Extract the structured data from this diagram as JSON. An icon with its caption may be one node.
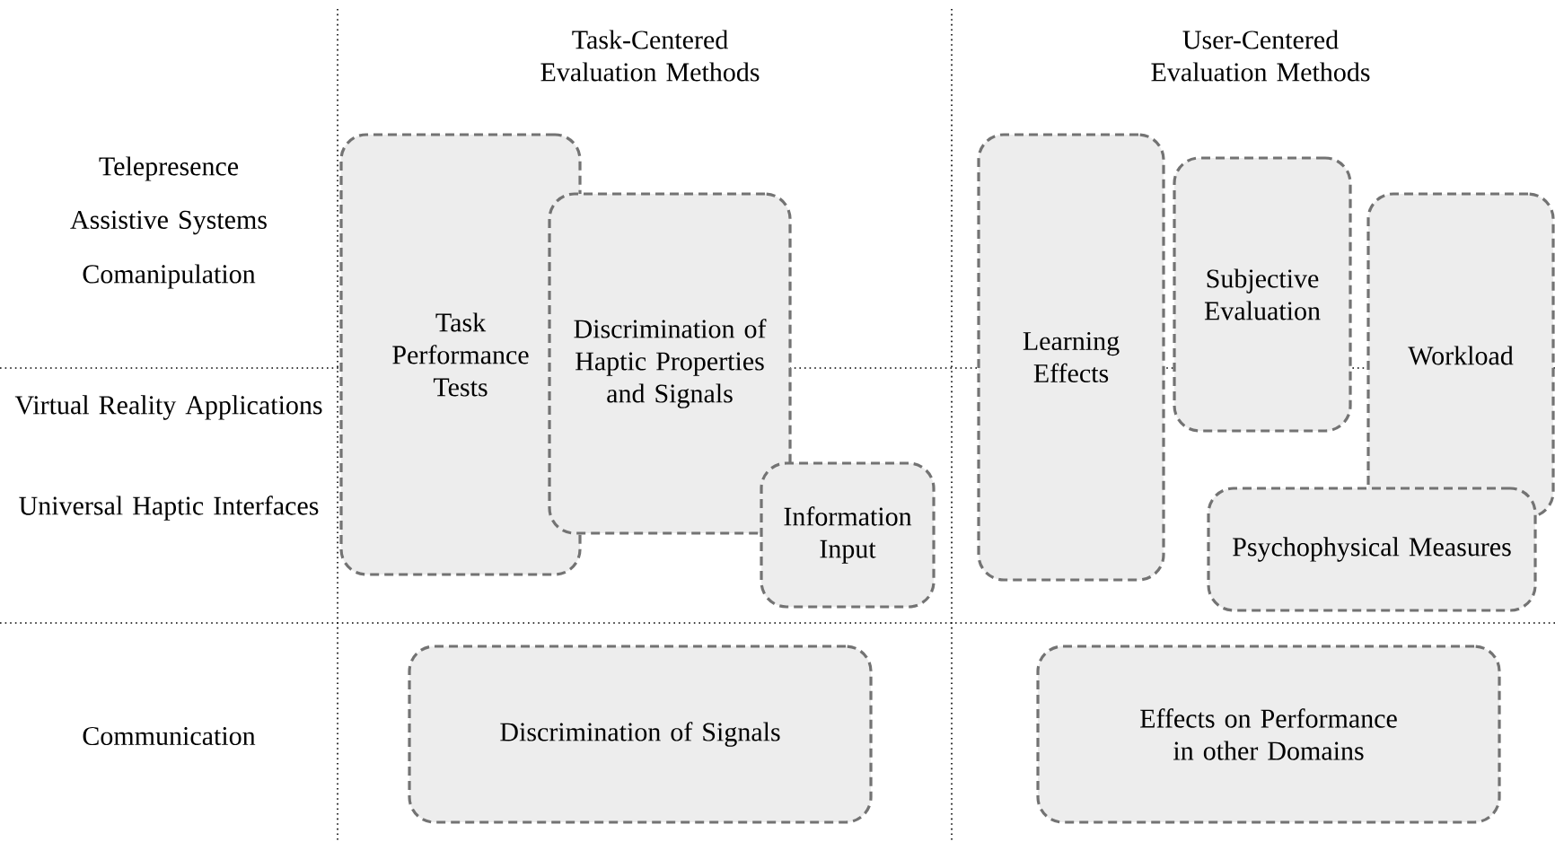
{
  "diagram": {
    "nodes": [
      {
        "text": [
          "Task Performance Tests"
        ]
      },
      {
        "text": [
          "Discrimination of Haptic Properties and Signals"
        ]
      },
      {
        "text": [
          "Information Input"
        ]
      },
      {
        "text": [
          "Discrimination of Signals"
        ]
      },
      {
        "text": [
          "Learning Effects"
        ]
      },
      {
        "text": [
          "Subjective Evaluation"
        ]
      },
      {
        "text": [
          "Workload"
        ]
      },
      {
        "text": [
          "Psychophysical Measures"
        ]
      },
      {
        "text": [
          "Effects on Performance in other Domains"
        ]
      }
    ],
    "labels": [
      "Task-Centered Evaluation Methods",
      "User-Centered Evaluation Methods",
      "Telepresence",
      "Assistive Systems",
      "Comanipulation",
      "Virtual Reality Applications",
      "Universal Haptic Interfaces",
      "Communication"
    ]
  }
}
